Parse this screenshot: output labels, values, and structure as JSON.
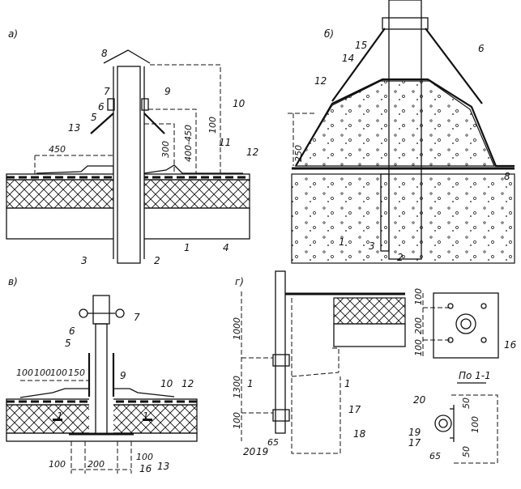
{
  "panels": {
    "a": {
      "label": "а)",
      "callouts": [
        "8",
        "7",
        "6",
        "5",
        "9",
        "10",
        "13",
        "11",
        "12",
        "3",
        "2",
        "1",
        "4"
      ],
      "dims": [
        "450",
        "300",
        "400-450",
        "100"
      ]
    },
    "b": {
      "label": "б)",
      "callouts": [
        "15",
        "6",
        "14",
        "12",
        "8",
        "1",
        "3",
        "2"
      ],
      "dims": [
        "250"
      ]
    },
    "v": {
      "label": "в)",
      "callouts": [
        "7",
        "6",
        "5",
        "9",
        "10",
        "12",
        "16",
        "13"
      ],
      "dims": [
        "100",
        "100",
        "100",
        "150",
        "100",
        "200",
        "100"
      ],
      "section_marks": [
        "1",
        "1"
      ]
    },
    "g": {
      "label": "г)",
      "callouts": [
        "17",
        "18",
        "20",
        "19",
        "16"
      ],
      "dims": [
        "1000",
        "1300",
        "100",
        "65",
        "100",
        "200",
        "100"
      ],
      "section_marks": [
        "1",
        "1"
      ]
    },
    "section": {
      "title": "По 1-1",
      "callouts": [
        "20",
        "19",
        "17"
      ],
      "dims": [
        "50",
        "100",
        "50",
        "65"
      ]
    }
  }
}
